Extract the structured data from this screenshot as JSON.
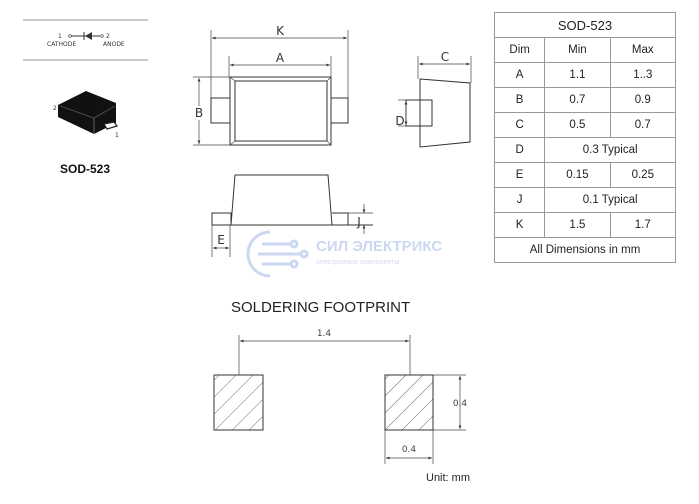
{
  "pin_diagram": {
    "pin1_num": "1",
    "pin1_label": "CATHODE",
    "pin2_num": "2",
    "pin2_label": "ANODE"
  },
  "package_photo": {
    "pin_a": "2",
    "pin_b": "1",
    "caption": "SOD-523"
  },
  "drawing_labels": {
    "K": "K",
    "A": "A",
    "B": "B",
    "C": "C",
    "D": "D",
    "E": "E",
    "J": "J"
  },
  "watermark": {
    "title": "СИЛ ЭЛЕКТРИКС",
    "subtitle": "электронные компоненты"
  },
  "dim_table": {
    "title": "SOD-523",
    "headers": [
      "Dim",
      "Min",
      "Max"
    ],
    "rows": [
      {
        "dim": "A",
        "min": "1.1",
        "max": "1..3"
      },
      {
        "dim": "B",
        "min": "0.7",
        "max": "0.9"
      },
      {
        "dim": "C",
        "min": "0.5",
        "max": "0.7"
      },
      {
        "dim": "D",
        "typical": "0.3 Typical"
      },
      {
        "dim": "E",
        "min": "0.15",
        "max": "0.25"
      },
      {
        "dim": "J",
        "typical": "0.1 Typical"
      },
      {
        "dim": "K",
        "min": "1.5",
        "max": "1.7"
      }
    ],
    "footer": "All Dimensions in mm"
  },
  "footprint": {
    "title": "SOLDERING FOOTPRINT",
    "pitch": "1.4",
    "pad_height": "0.4",
    "pad_width": "0.4",
    "unit": "Unit: mm"
  }
}
